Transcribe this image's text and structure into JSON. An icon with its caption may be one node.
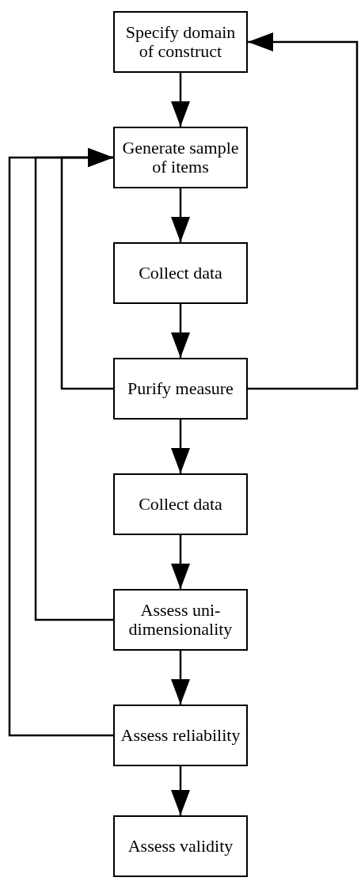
{
  "diagram": {
    "nodes": [
      {
        "text": [
          "Specify domain of construct"
        ]
      },
      {
        "text": [
          "Generate sample of items"
        ]
      },
      {
        "text": [
          "Collect data"
        ]
      },
      {
        "text": [
          "Purify measure"
        ]
      },
      {
        "text": [
          "Collect data"
        ]
      },
      {
        "text": [
          "Assess uni- dimensionality"
        ]
      },
      {
        "text": [
          "Assess reliability"
        ]
      },
      {
        "text": [
          "Assess validity"
        ]
      }
    ],
    "edges": [
      {
        "from": 0,
        "to": 1,
        "arrow": "to"
      },
      {
        "from": 1,
        "to": 2,
        "arrow": "to"
      },
      {
        "from": 2,
        "to": 3,
        "arrow": "to"
      },
      {
        "from": 3,
        "to": 4,
        "arrow": "to"
      },
      {
        "from": 4,
        "to": 5,
        "arrow": "to"
      },
      {
        "from": 5,
        "to": 6,
        "arrow": "to"
      },
      {
        "from": 6,
        "to": 7,
        "arrow": "to"
      },
      {
        "from": 3,
        "to": 0,
        "arrow": "to"
      },
      {
        "from": 3,
        "to": 1,
        "arrow": "to"
      },
      {
        "from": 5,
        "to": 1,
        "arrow": "to"
      },
      {
        "from": 6,
        "to": 1,
        "arrow": "to"
      }
    ]
  }
}
